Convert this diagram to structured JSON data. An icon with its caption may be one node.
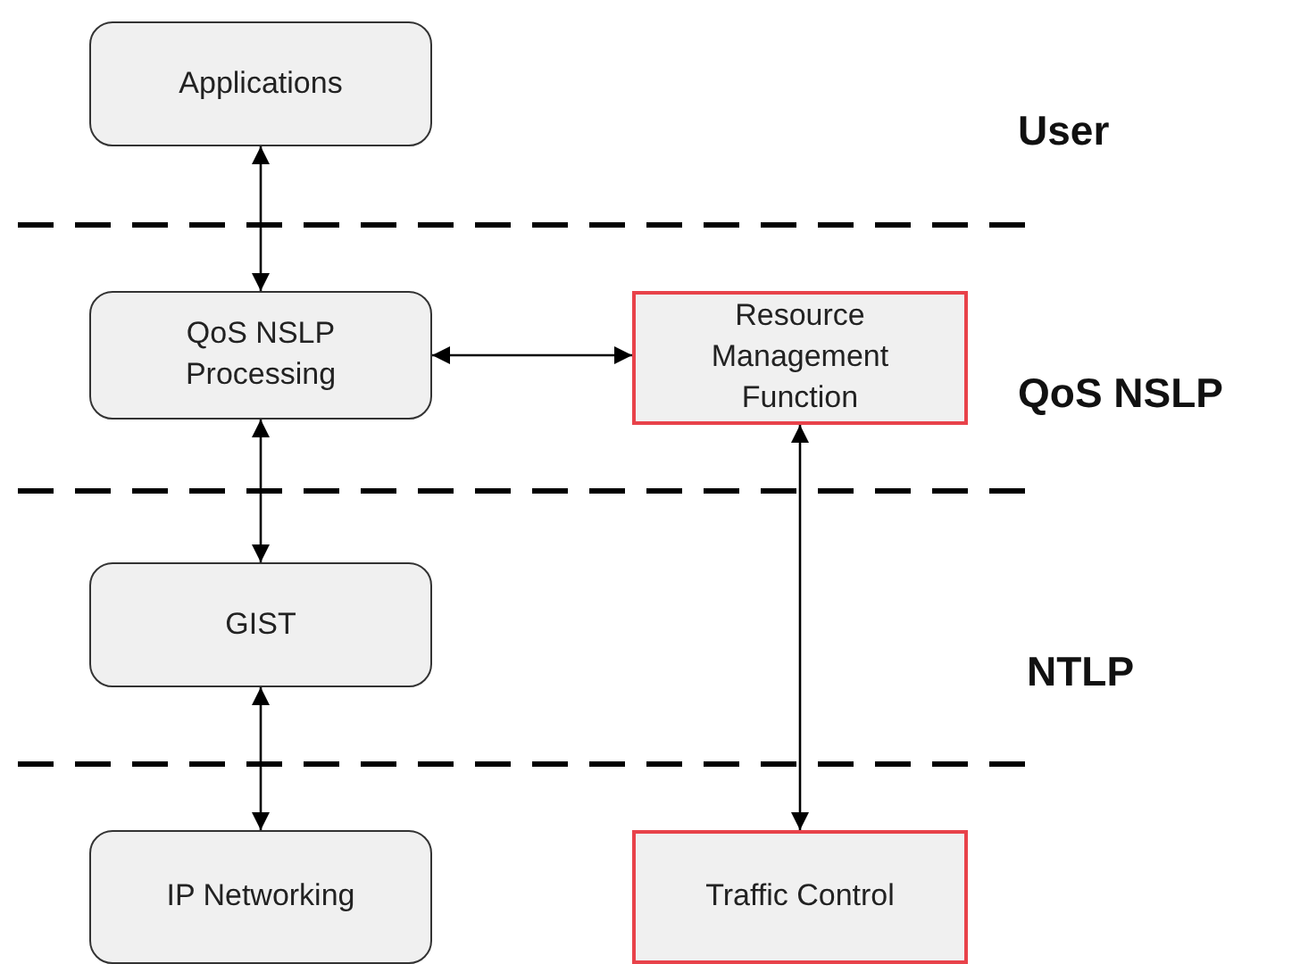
{
  "diagram": {
    "nodes": [
      {
        "text": [
          "Applications"
        ]
      },
      {
        "text": [
          "QoS NSLP Processing"
        ]
      },
      {
        "text": [
          "Resource Management Function"
        ]
      },
      {
        "text": [
          "GIST"
        ]
      },
      {
        "text": [
          "IP Networking"
        ]
      },
      {
        "text": [
          "Traffic Control"
        ]
      }
    ],
    "edges": [
      {
        "from": 0,
        "to": 1,
        "arrow": "both"
      },
      {
        "from": 1,
        "to": 2,
        "arrow": "both"
      },
      {
        "from": 1,
        "to": 3,
        "arrow": "both"
      },
      {
        "from": 3,
        "to": 4,
        "arrow": "both"
      },
      {
        "from": 2,
        "to": 5,
        "arrow": "both"
      }
    ],
    "labels": [
      "User",
      "QoS NSLP",
      "NTLP"
    ]
  }
}
